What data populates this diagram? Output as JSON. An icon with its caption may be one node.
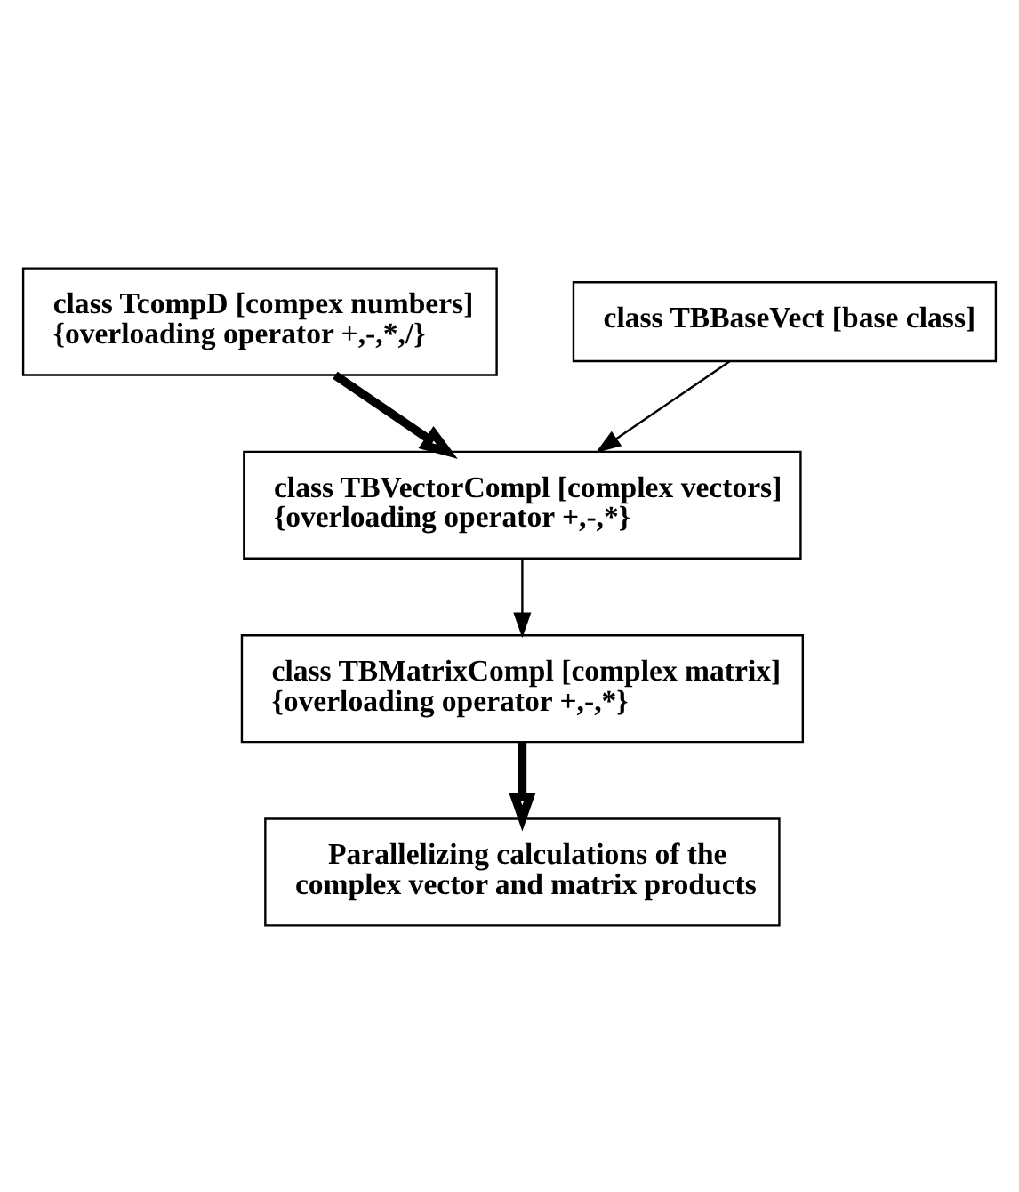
{
  "diagram": {
    "nodes": [
      {
        "text": [
          "class TcompD [compex numbers]",
          "{overloading operator +,-,*,/}"
        ]
      },
      {
        "text": [
          "class TBBaseVect [base class]"
        ]
      },
      {
        "text": [
          "class TBVectorCompl [complex vectors]",
          "{overloading operator +,-,*}"
        ]
      },
      {
        "text": [
          "class TBMatrixCompl [complex matrix]",
          "{overloading operator +,-,*}"
        ]
      },
      {
        "text": [
          "Parallelizing calculations of the complex vector and matrix products"
        ]
      }
    ],
    "edges": [
      {
        "from": 0,
        "to": 2,
        "arrow": "to",
        "style": "thick"
      },
      {
        "from": 1,
        "to": 2,
        "arrow": "to"
      },
      {
        "from": 2,
        "to": 3,
        "arrow": "to"
      },
      {
        "from": 3,
        "to": 4,
        "arrow": "to",
        "style": "thick"
      }
    ]
  }
}
